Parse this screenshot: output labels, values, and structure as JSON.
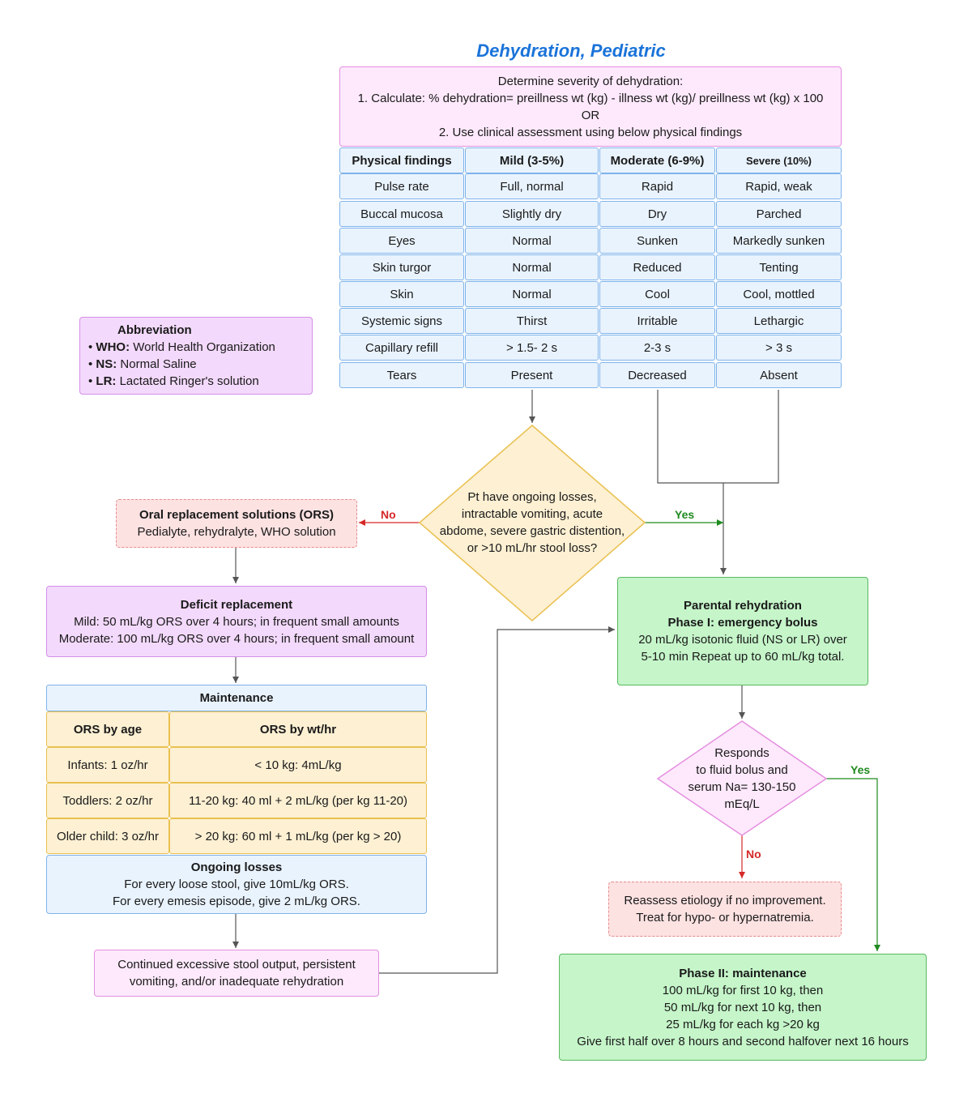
{
  "title": "Dehydration, Pediatric",
  "severity": {
    "line1": "Determine severity of dehydration:",
    "line2": "1. Calculate: % dehydration= preillness wt (kg) - illness wt (kg)/ preillness wt (kg) x 100",
    "line3": "OR",
    "line4": "2. Use clinical assessment using below physical findings"
  },
  "table": {
    "headers": [
      "Physical findings",
      "Mild (3-5%)",
      "Moderate (6-9%)",
      "Severe (10%)"
    ],
    "rows": [
      [
        "Pulse rate",
        "Full, normal",
        "Rapid",
        "Rapid, weak"
      ],
      [
        "Buccal mucosa",
        "Slightly dry",
        "Dry",
        "Parched"
      ],
      [
        "Eyes",
        "Normal",
        "Sunken",
        "Markedly sunken"
      ],
      [
        "Skin turgor",
        "Normal",
        "Reduced",
        "Tenting"
      ],
      [
        "Skin",
        "Normal",
        "Cool",
        "Cool, mottled"
      ],
      [
        "Systemic signs",
        "Thirst",
        "Irritable",
        "Lethargic"
      ],
      [
        "Capillary refill",
        "> 1.5- 2 s",
        "2-3 s",
        "> 3 s"
      ],
      [
        "Tears",
        "Present",
        "Decreased",
        "Absent"
      ]
    ]
  },
  "abbreviation": {
    "title": "Abbreviation",
    "items": [
      {
        "key": "WHO:",
        "value": " World Health Organization"
      },
      {
        "key": "NS:",
        "value": " Normal Saline"
      },
      {
        "key": "LR:",
        "value": " Lactated Ringer's solution"
      }
    ]
  },
  "decision1": {
    "lines": [
      "Pt have ongoing losses,",
      "intractable vomiting, acute",
      "abdome, severe gastric distention,",
      "or >10 mL/hr stool loss?"
    ],
    "no": "No",
    "yes": "Yes"
  },
  "ors": {
    "title": "Oral replacement solutions (ORS)",
    "text": "Pedialyte, rehydralyte, WHO solution"
  },
  "deficit": {
    "title": "Deficit replacement",
    "line1": "Mild: 50 mL/kg ORS over 4 hours; in frequent small amounts",
    "line2": "Moderate: 100 mL/kg ORS over 4 hours; in frequent small amount"
  },
  "maintenance": {
    "title": "Maintenance",
    "headers": [
      "ORS by age",
      "ORS by wt/hr"
    ],
    "rows": [
      [
        "Infants: 1 oz/hr",
        "< 10 kg: 4mL/kg"
      ],
      [
        "Toddlers: 2 oz/hr",
        "11-20 kg: 40 ml + 2 mL/kg (per kg 11-20)"
      ],
      [
        "Older child: 3 oz/hr",
        "> 20 kg: 60 ml + 1 mL/kg (per kg > 20)"
      ]
    ]
  },
  "ongoing": {
    "title": "Ongoing losses",
    "line1": "For every loose stool, give 10mL/kg ORS.",
    "line2": "For every emesis episode, give 2 mL/kg ORS."
  },
  "continued": {
    "line1": "Continued excessive stool output, persistent",
    "line2": "vomiting, and/or inadequate rehydration"
  },
  "parental": {
    "title": "Parental rehydration",
    "subtitle": "Phase I: emergency bolus",
    "line1": "20 mL/kg isotonic fluid (NS or LR) over",
    "line2": "5-10 min Repeat up to 60 mL/kg total."
  },
  "decision2": {
    "lines": [
      "Responds",
      "to fluid bolus and",
      "serum Na= 130-150",
      "mEq/L"
    ],
    "no": "No",
    "yes": "Yes"
  },
  "reassess": {
    "line1": "Reassess etiology if no improvement.",
    "line2": "Treat for hypo- or hypernatremia."
  },
  "phase2": {
    "title": "Phase II: maintenance",
    "line1": "100 mL/kg for first 10 kg, then",
    "line2": "50 mL/kg for next 10 kg, then",
    "line3": "25 mL/kg for each kg >20 kg",
    "line4": "Give first half over 8 hours and second halfover next 16 hours"
  },
  "colors": {
    "no": "#d62828",
    "yes": "#1f8a1f",
    "connector": "#555555",
    "title": "#1a73d9"
  }
}
